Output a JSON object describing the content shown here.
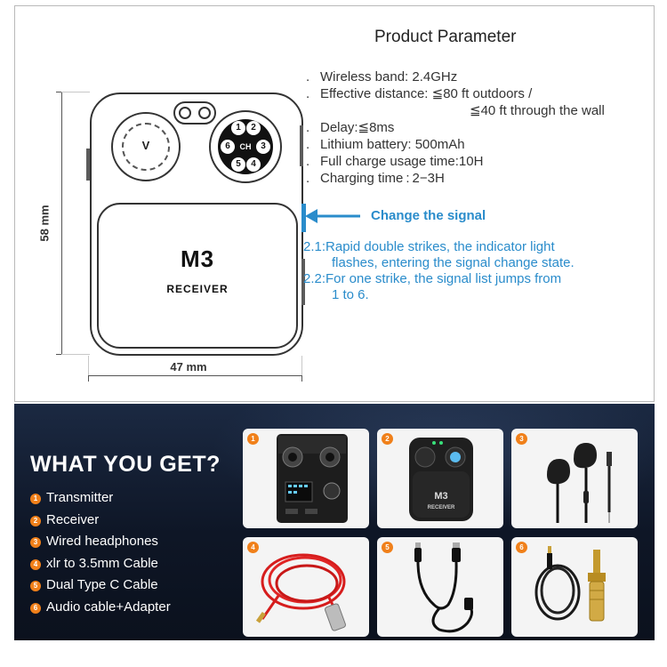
{
  "header": {
    "title": "Product Parameter"
  },
  "parameters": [
    {
      "text": "Wireless band: 2.4GHz"
    },
    {
      "text": "Effective distance: ≦80 ft outdoors /",
      "cont": "≦40 ft through the wall"
    },
    {
      "text": "Delay:≦8ms"
    },
    {
      "text": "Lithium battery: 500mAh"
    },
    {
      "text": "Full charge usage time:10H"
    },
    {
      "text": "Charging time : 2−3H"
    }
  ],
  "device": {
    "model": "M3",
    "subtitle": "RECEIVER",
    "knob_letter": "V",
    "channel_center": "CH",
    "channels": [
      "1",
      "2",
      "3",
      "4",
      "5",
      "6"
    ],
    "height_label": "58 mm",
    "width_label": "47 mm",
    "accent": "#2a8ccb"
  },
  "signal": {
    "title": "Change the signal",
    "steps": [
      {
        "text": "2.1:Rapid double strikes, the indicator light",
        "cont": "flashes, entering the signal change state."
      },
      {
        "text": "2.2:For one strike, the signal list jumps from",
        "cont": "1 to 6."
      }
    ]
  },
  "package": {
    "title": "WHAT YOU GET?",
    "badge_color": "#f0801a",
    "items": [
      {
        "num": "1",
        "label": "Transmitter"
      },
      {
        "num": "2",
        "label": "Receiver"
      },
      {
        "num": "3",
        "label": "Wired  headphones"
      },
      {
        "num": "4",
        "label": "xlr to 3.5mm Cable"
      },
      {
        "num": "5",
        "label": "Dual Type C Cable"
      },
      {
        "num": "6",
        "label": "Audio  cable+Adapter"
      }
    ],
    "tiles": [
      {
        "num": "1",
        "icon": "transmitter-icon"
      },
      {
        "num": "2",
        "icon": "receiver-icon",
        "label": "M3",
        "sub": "RECEIVER"
      },
      {
        "num": "3",
        "icon": "headphones-icon"
      },
      {
        "num": "4",
        "icon": "xlr-cable-icon"
      },
      {
        "num": "5",
        "icon": "type-c-cable-icon"
      },
      {
        "num": "6",
        "icon": "audio-adapter-icon"
      }
    ]
  }
}
